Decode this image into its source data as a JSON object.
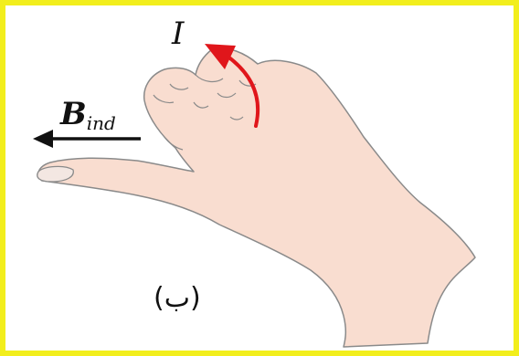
{
  "labels": {
    "current_symbol": "I",
    "field_symbol": "B",
    "field_subscript": "ind",
    "caption": "(ب)"
  },
  "colors": {
    "frame": "#f2ee1c",
    "skin": "#f9ddd0",
    "outline": "#8a8a8a",
    "current_arrow": "#e0161b",
    "field_arrow": "#111111",
    "text": "#111111"
  }
}
